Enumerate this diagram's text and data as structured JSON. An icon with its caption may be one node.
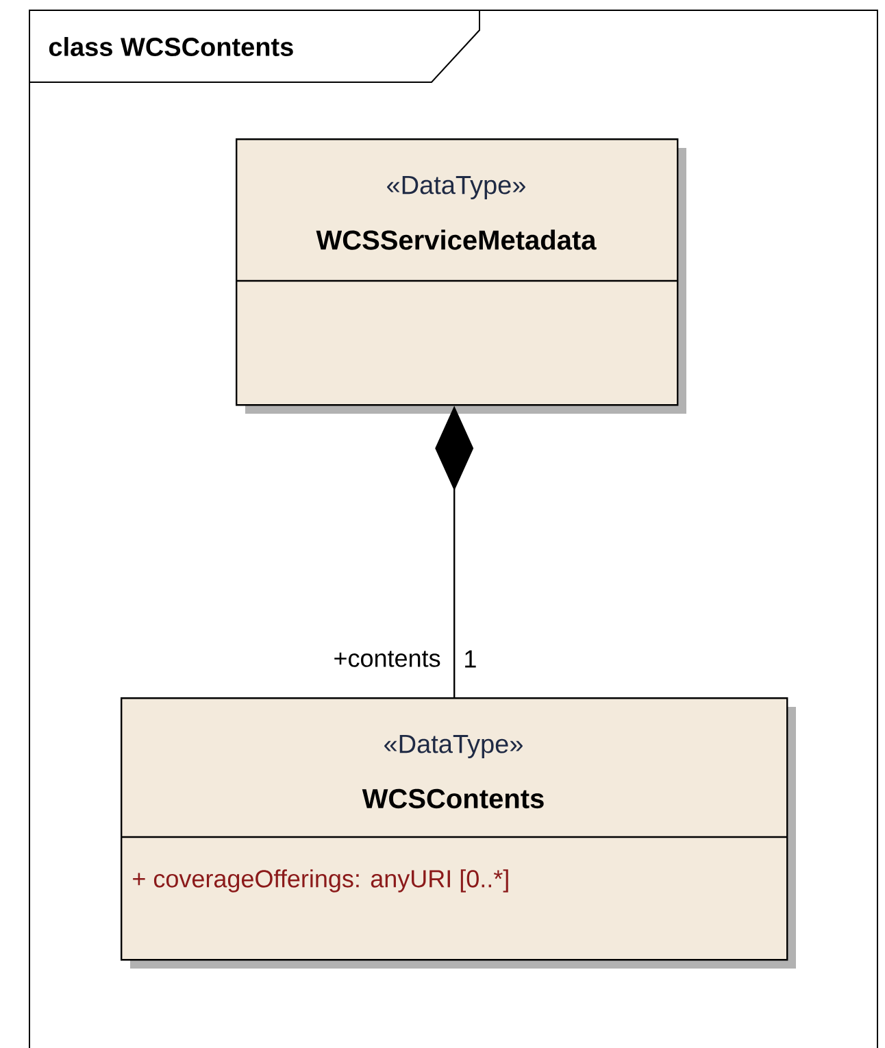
{
  "diagram": {
    "nodes": [
      {
        "text": [
          "class WCSContents"
        ]
      },
      {
        "text": [
          "«DataType»",
          "WCSServiceMetadata"
        ],
        "in": 0
      },
      {
        "text": [
          "«DataType»",
          "WCSContents",
          "+ coverageOfferings: anyURI [0..*]"
        ],
        "in": 0
      }
    ],
    "edges": [
      {
        "from": 2,
        "to": 1,
        "arrow": "other"
      }
    ],
    "labels": [
      "+contents",
      "1"
    ]
  }
}
